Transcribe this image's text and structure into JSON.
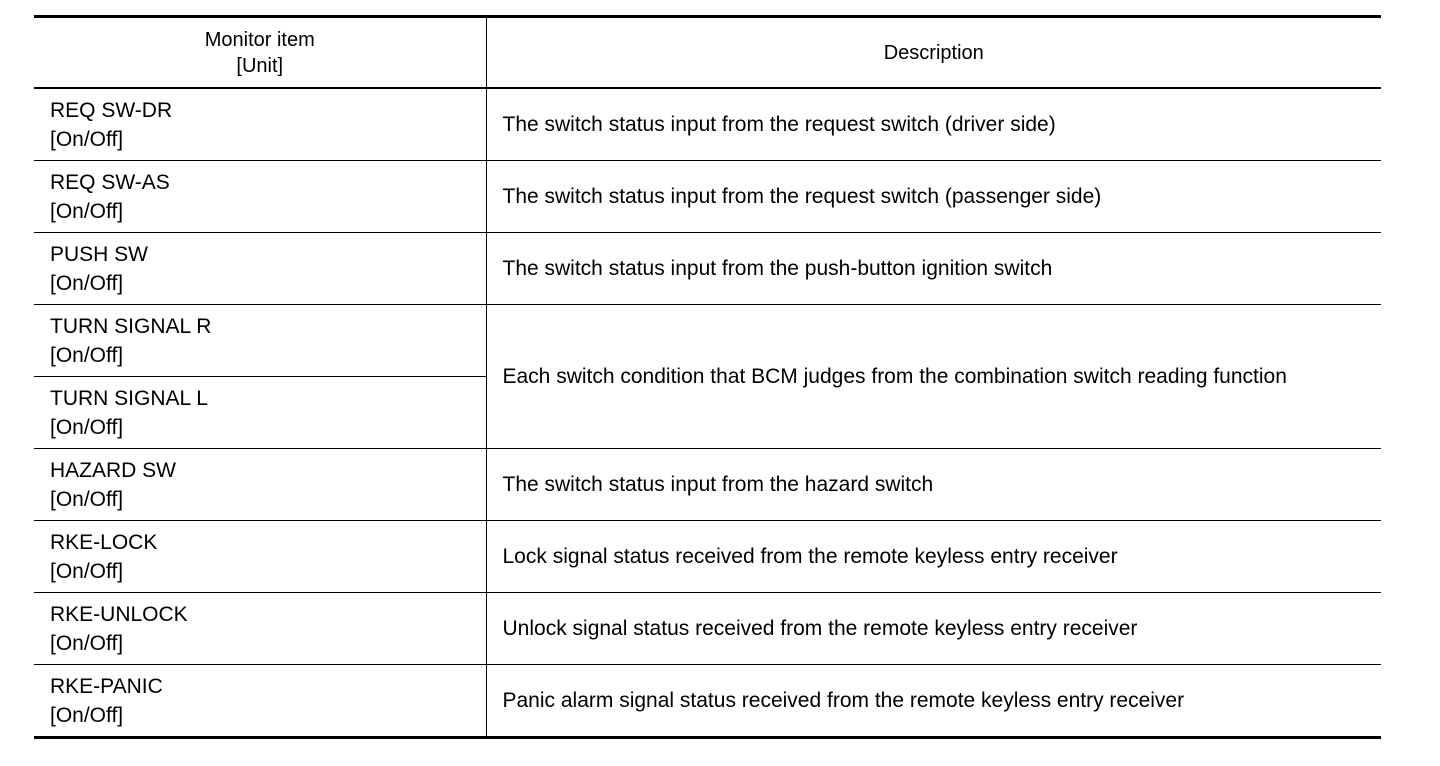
{
  "header": {
    "col1_line1": "Monitor item",
    "col1_line2": "[Unit]",
    "col2": "Description"
  },
  "rows": [
    {
      "item": "REQ SW-DR",
      "unit": "[On/Off]",
      "description": "The switch status input from the request switch (driver side)"
    },
    {
      "item": "REQ SW-AS",
      "unit": "[On/Off]",
      "description": "The switch status input from the request switch (passenger side)"
    },
    {
      "item": "PUSH SW",
      "unit": "[On/Off]",
      "description": "The switch status input from the push-button ignition switch"
    },
    {
      "item": "TURN SIGNAL R",
      "unit": "[On/Off]",
      "description": "Each switch condition that BCM judges from the combination switch reading function"
    },
    {
      "item": "TURN SIGNAL L",
      "unit": "[On/Off]",
      "description": ""
    },
    {
      "item": "HAZARD SW",
      "unit": "[On/Off]",
      "description": "The switch status input from the hazard switch"
    },
    {
      "item": "RKE-LOCK",
      "unit": "[On/Off]",
      "description": "Lock signal status received from the remote keyless entry receiver"
    },
    {
      "item": "RKE-UNLOCK",
      "unit": "[On/Off]",
      "description": "Unlock signal status received from the remote keyless entry receiver"
    },
    {
      "item": "RKE-PANIC",
      "unit": "[On/Off]",
      "description": "Panic alarm signal status received from the remote keyless entry receiver"
    }
  ]
}
